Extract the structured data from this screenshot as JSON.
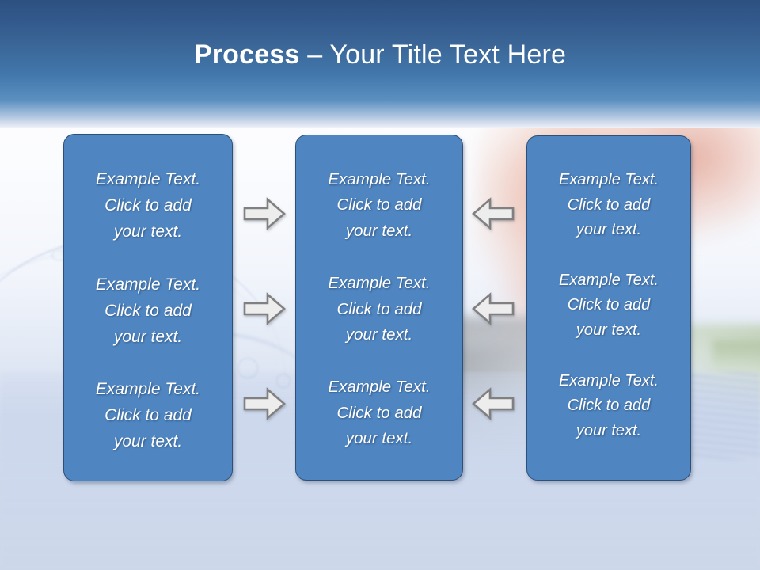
{
  "slide": {
    "title_strong": "Process",
    "title_rest": " – Your Title Text Here",
    "accent_color": "#4f86c2",
    "header_top_color": "#2c5181",
    "header_bottom_color": "#eef2f8",
    "box_border_color": "#2d4f78",
    "arrow_fill_color": "#ededed",
    "arrow_stroke_color": "#808080",
    "text_color": "#ffffff"
  },
  "columns": [
    {
      "id": "column-left",
      "paragraphs": [
        "Example Text.\nClick  to add\nyour text.",
        "Example Text.\nClick  to add\nyour text.",
        "Example Text.\nClick  to add\nyour text."
      ]
    },
    {
      "id": "column-middle",
      "paragraphs": [
        "Example Text.\nClick  to add\nyour text.",
        "Example Text.\nClick  to add\nyour text.",
        "Example Text.\nClick  to add\nyour text."
      ]
    },
    {
      "id": "column-right",
      "paragraphs": [
        "Example Text.\nClick  to add\nyour text.",
        "Example Text.\nClick  to add\nyour text.",
        "Example Text.\nClick  to add\nyour text."
      ]
    }
  ],
  "connectors": [
    {
      "id": "arrow-left-to-middle-row1",
      "direction": "right"
    },
    {
      "id": "arrow-left-to-middle-row2",
      "direction": "right"
    },
    {
      "id": "arrow-left-to-middle-row3",
      "direction": "right"
    },
    {
      "id": "arrow-right-to-middle-row1",
      "direction": "left"
    },
    {
      "id": "arrow-right-to-middle-row2",
      "direction": "left"
    },
    {
      "id": "arrow-right-to-middle-row3",
      "direction": "left"
    }
  ]
}
